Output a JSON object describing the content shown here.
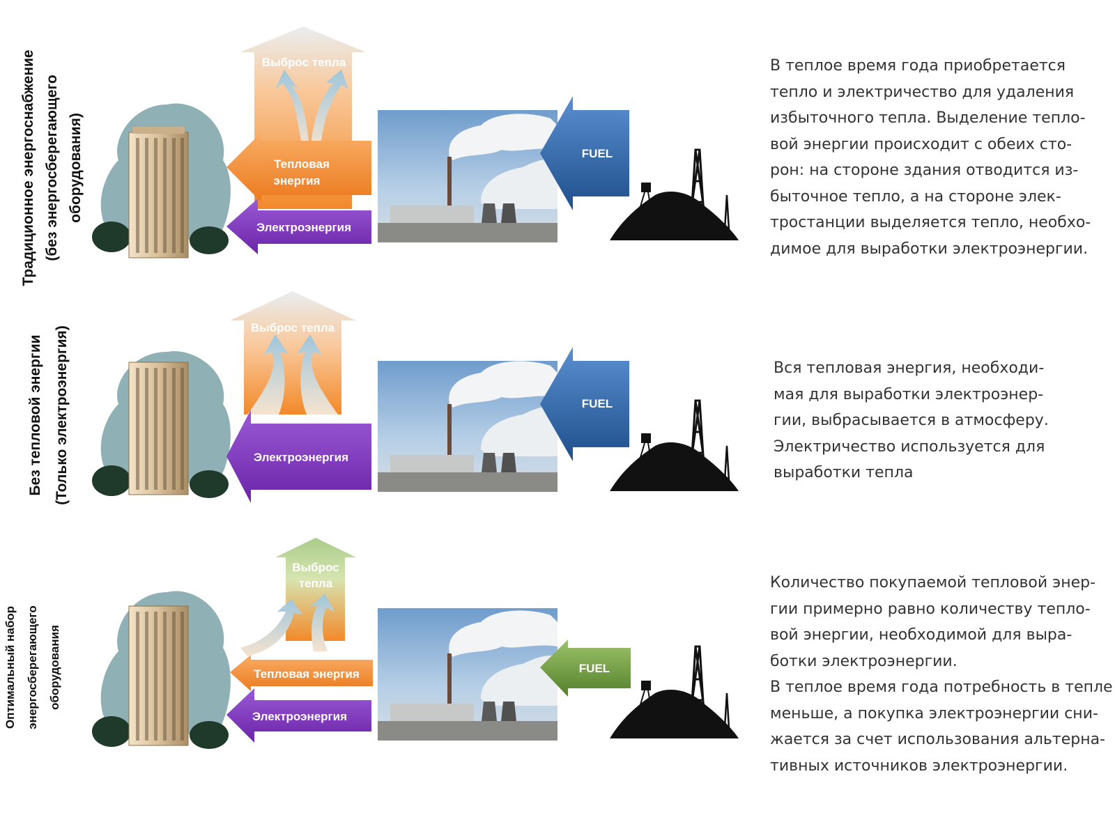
{
  "scenarios": [
    {
      "label_lines": [
        "Традиционное энергоснабжение",
        "(без энергосберегающего",
        "оборудования)"
      ],
      "heat_emitted": [
        "Выброс тепла"
      ],
      "heat_energy": [
        "Тепловая",
        "энергия"
      ],
      "electricity": "Электроэнергия",
      "fuel": "FUEL",
      "description": [
        "В теплое время года приобретается",
        "тепло и электричество для удаления",
        "избыточного тепла. Выделение тепло-",
        "вой энергии происходит с обеих сто-",
        "рон: на стороне здания отводится из-",
        "быточное тепло, а на стороне элек-",
        "тростанции выделяется тепло, необхо-",
        "димое для выработки электроэнергии."
      ]
    },
    {
      "label_lines": [
        "Без тепловой энергии",
        "(Только электроэнергия)"
      ],
      "heat_emitted": [
        "Выброс тепла"
      ],
      "heat_energy": [],
      "electricity": "Электроэнергия",
      "fuel": "FUEL",
      "description": [
        "Вся тепловая энергия, необходи-",
        "мая для выработки электроэнер-",
        "гии, выбрасывается в атмосферу.",
        "Электричество используется для",
        "выработки тепла"
      ]
    },
    {
      "label_lines": [
        "Оптимальный набор",
        "энергосберегающего",
        "оборудования"
      ],
      "heat_emitted": [
        "Выброс",
        "тепла"
      ],
      "heat_energy": [
        "Тепловая энергия"
      ],
      "electricity": "Электроэнергия",
      "fuel": "FUEL",
      "description": [
        "Количество покупаемой тепловой энер-",
        "гии примерно равно количеству тепло-",
        "вой энергии, необходимой для выра-",
        "ботки электроэнергии.",
        "В теплое время года потребность в тепле",
        "меньше, а покупка электроэнергии сни-",
        "жается за счет использования альтерна-",
        "тивных источников электроэнергии."
      ]
    }
  ],
  "colors": {
    "orange": "#f2892a",
    "purple": "#7b32b8",
    "fuel_blue": "#2e65a8",
    "fuel_green": "#6a9a3a",
    "building_bg": "#8fb0b5"
  }
}
